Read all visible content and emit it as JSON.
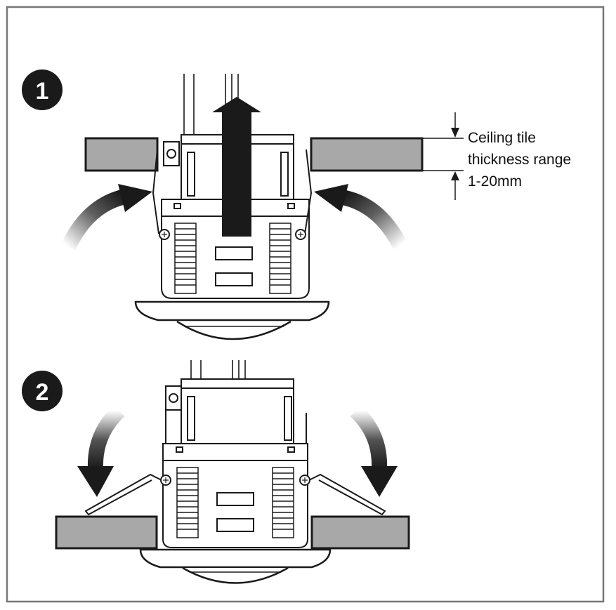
{
  "steps": [
    {
      "number": "1"
    },
    {
      "number": "2"
    }
  ],
  "annotation": {
    "line1": "Ceiling tile",
    "line2": "thickness range",
    "line3": "1-20mm"
  },
  "colors": {
    "tile_fill": "#a8a8a8",
    "outline": "#1a1a1a",
    "badge": "#1a1a1a",
    "frame": "#777777"
  }
}
